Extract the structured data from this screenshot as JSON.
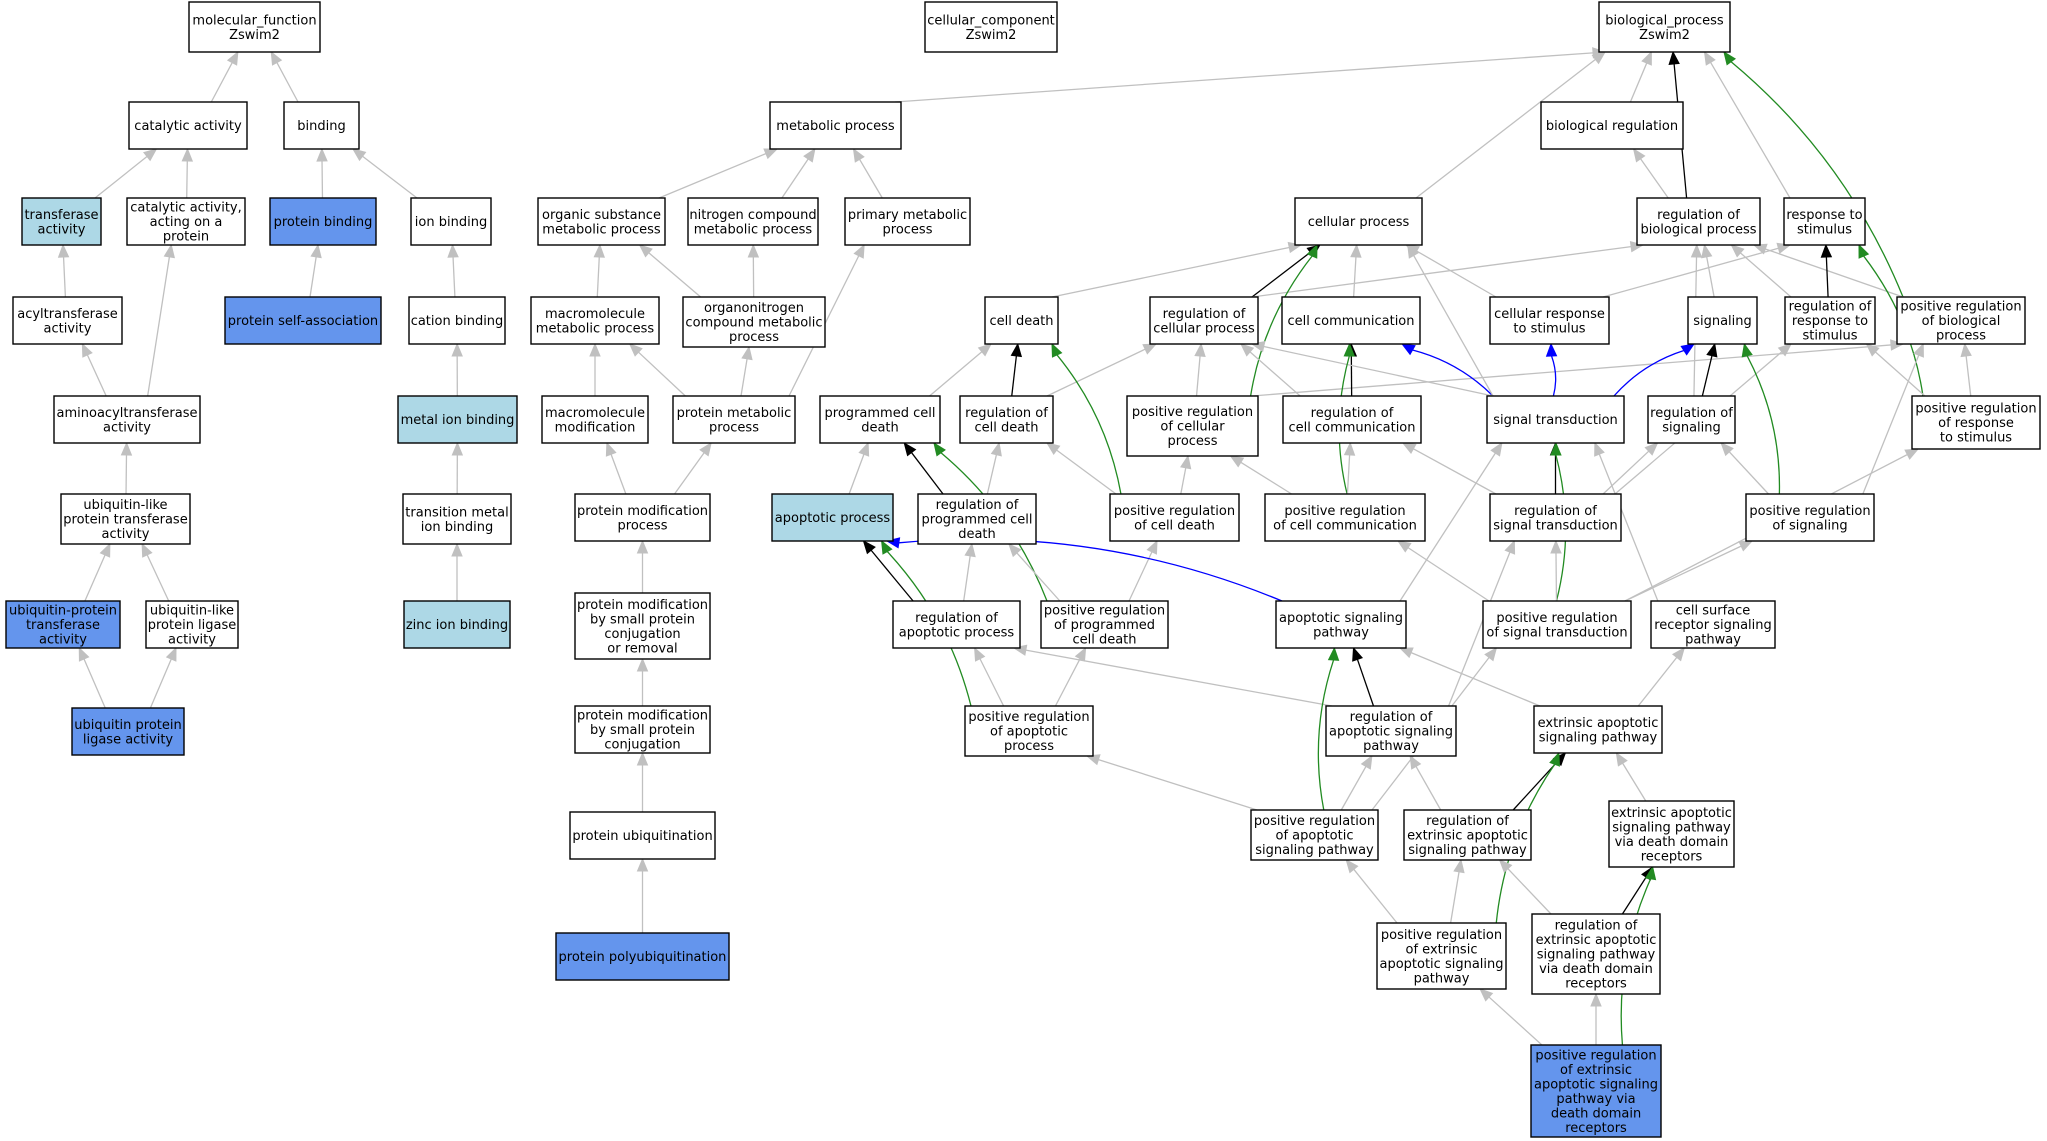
{
  "colors": {
    "default": "#ffffff",
    "light": "#add8e6",
    "dark": "#6495ed",
    "is_a": "#c0c0c0",
    "regulates": "#000000",
    "positively_regulates": "#228b22",
    "part_of": "#0000ff"
  },
  "nodes": [
    {
      "id": "mf",
      "lines": [
        "molecular_function",
        "Zswim2"
      ],
      "fill": "default"
    },
    {
      "id": "cc",
      "lines": [
        "cellular_component",
        "Zswim2"
      ],
      "fill": "default"
    },
    {
      "id": "bp",
      "lines": [
        "biological_process",
        "Zswim2"
      ],
      "fill": "default"
    },
    {
      "id": "catalytic",
      "lines": [
        "catalytic activity"
      ],
      "fill": "default"
    },
    {
      "id": "binding",
      "lines": [
        "binding"
      ],
      "fill": "default"
    },
    {
      "id": "transferase",
      "lines": [
        "transferase",
        "activity"
      ],
      "fill": "light"
    },
    {
      "id": "catprot",
      "lines": [
        "catalytic activity,",
        "acting on a",
        "protein"
      ],
      "fill": "default"
    },
    {
      "id": "protbinding",
      "lines": [
        "protein binding"
      ],
      "fill": "dark"
    },
    {
      "id": "ionbinding",
      "lines": [
        "ion binding"
      ],
      "fill": "default"
    },
    {
      "id": "protselfassoc",
      "lines": [
        "protein self-association"
      ],
      "fill": "dark"
    },
    {
      "id": "acyltrans",
      "lines": [
        "acyltransferase",
        "activity"
      ],
      "fill": "default"
    },
    {
      "id": "cationbinding",
      "lines": [
        "cation binding"
      ],
      "fill": "default"
    },
    {
      "id": "aminoacyl",
      "lines": [
        "aminoacyltransferase",
        "activity"
      ],
      "fill": "default"
    },
    {
      "id": "metalion",
      "lines": [
        "metal ion binding"
      ],
      "fill": "light"
    },
    {
      "id": "ubllike",
      "lines": [
        "ubiquitin-like",
        "protein transferase",
        "activity"
      ],
      "fill": "default"
    },
    {
      "id": "transmetal",
      "lines": [
        "transition metal",
        "ion binding"
      ],
      "fill": "default"
    },
    {
      "id": "ubtrans",
      "lines": [
        "ubiquitin-protein",
        "transferase",
        "activity"
      ],
      "fill": "dark"
    },
    {
      "id": "ubligaselike",
      "lines": [
        "ubiquitin-like",
        "protein ligase",
        "activity"
      ],
      "fill": "default"
    },
    {
      "id": "zinc",
      "lines": [
        "zinc ion binding"
      ],
      "fill": "light"
    },
    {
      "id": "ubligase",
      "lines": [
        "ubiquitin protein",
        "ligase activity"
      ],
      "fill": "dark"
    },
    {
      "id": "metabolic",
      "lines": [
        "metabolic process"
      ],
      "fill": "default"
    },
    {
      "id": "orgsub",
      "lines": [
        "organic substance",
        "metabolic process"
      ],
      "fill": "default"
    },
    {
      "id": "nitrogen",
      "lines": [
        "nitrogen compound",
        "metabolic process"
      ],
      "fill": "default"
    },
    {
      "id": "primary",
      "lines": [
        "primary metabolic",
        "process"
      ],
      "fill": "default"
    },
    {
      "id": "macromol",
      "lines": [
        "macromolecule",
        "metabolic process"
      ],
      "fill": "default"
    },
    {
      "id": "organonit",
      "lines": [
        "organonitrogen",
        "compound metabolic",
        "process"
      ],
      "fill": "default"
    },
    {
      "id": "macromod",
      "lines": [
        "macromolecule",
        "modification"
      ],
      "fill": "default"
    },
    {
      "id": "protmet",
      "lines": [
        "protein metabolic",
        "process"
      ],
      "fill": "default"
    },
    {
      "id": "protmod",
      "lines": [
        "protein modification",
        "process"
      ],
      "fill": "default"
    },
    {
      "id": "protmodsmall",
      "lines": [
        "protein modification",
        "by small protein",
        "conjugation",
        "or removal"
      ],
      "fill": "default"
    },
    {
      "id": "protmodconj",
      "lines": [
        "protein modification",
        "by small protein",
        "conjugation"
      ],
      "fill": "default"
    },
    {
      "id": "protubiq",
      "lines": [
        "protein ubiquitination"
      ],
      "fill": "default"
    },
    {
      "id": "protpolyubiq",
      "lines": [
        "protein polyubiquitination"
      ],
      "fill": "dark"
    },
    {
      "id": "bioreg",
      "lines": [
        "biological regulation"
      ],
      "fill": "default"
    },
    {
      "id": "cellproc",
      "lines": [
        "cellular process"
      ],
      "fill": "default"
    },
    {
      "id": "regbio",
      "lines": [
        "regulation of",
        "biological process"
      ],
      "fill": "default"
    },
    {
      "id": "response",
      "lines": [
        "response to",
        "stimulus"
      ],
      "fill": "default"
    },
    {
      "id": "celldeath",
      "lines": [
        "cell death"
      ],
      "fill": "default"
    },
    {
      "id": "regcell",
      "lines": [
        "regulation of",
        "cellular process"
      ],
      "fill": "default"
    },
    {
      "id": "cellcomm",
      "lines": [
        "cell communication"
      ],
      "fill": "default"
    },
    {
      "id": "cellresp",
      "lines": [
        "cellular response",
        "to stimulus"
      ],
      "fill": "default"
    },
    {
      "id": "signaling",
      "lines": [
        "signaling"
      ],
      "fill": "default"
    },
    {
      "id": "regresp",
      "lines": [
        "regulation of",
        "response to",
        "stimulus"
      ],
      "fill": "default"
    },
    {
      "id": "posregbio",
      "lines": [
        "positive regulation",
        "of biological",
        "process"
      ],
      "fill": "default"
    },
    {
      "id": "pcd",
      "lines": [
        "programmed cell",
        "death"
      ],
      "fill": "default"
    },
    {
      "id": "regcelldeath",
      "lines": [
        "regulation of",
        "cell death"
      ],
      "fill": "default"
    },
    {
      "id": "posregcell",
      "lines": [
        "positive regulation",
        "of cellular",
        "process"
      ],
      "fill": "default"
    },
    {
      "id": "regcellcomm",
      "lines": [
        "regulation of",
        "cell communication"
      ],
      "fill": "default"
    },
    {
      "id": "sigtrans",
      "lines": [
        "signal transduction"
      ],
      "fill": "default"
    },
    {
      "id": "regsig",
      "lines": [
        "regulation of",
        "signaling"
      ],
      "fill": "default"
    },
    {
      "id": "posregresp",
      "lines": [
        "positive regulation",
        "of response",
        "to stimulus"
      ],
      "fill": "default"
    },
    {
      "id": "apoptotic",
      "lines": [
        "apoptotic process"
      ],
      "fill": "light"
    },
    {
      "id": "regpcd",
      "lines": [
        "regulation of",
        "programmed cell",
        "death"
      ],
      "fill": "default"
    },
    {
      "id": "posregcelldeath",
      "lines": [
        "positive regulation",
        "of cell death"
      ],
      "fill": "default"
    },
    {
      "id": "posregcellcomm",
      "lines": [
        "positive regulation",
        "of cell communication"
      ],
      "fill": "default"
    },
    {
      "id": "regsigtrans",
      "lines": [
        "regulation of",
        "signal transduction"
      ],
      "fill": "default"
    },
    {
      "id": "posregsig",
      "lines": [
        "positive regulation",
        "of signaling"
      ],
      "fill": "default"
    },
    {
      "id": "regapop",
      "lines": [
        "regulation of",
        "apoptotic process"
      ],
      "fill": "default"
    },
    {
      "id": "posregpcd",
      "lines": [
        "positive regulation",
        "of programmed",
        "cell death"
      ],
      "fill": "default"
    },
    {
      "id": "apopsig",
      "lines": [
        "apoptotic signaling",
        "pathway"
      ],
      "fill": "default"
    },
    {
      "id": "posregsigtrans",
      "lines": [
        "positive regulation",
        "of signal transduction"
      ],
      "fill": "default"
    },
    {
      "id": "cellsurf",
      "lines": [
        "cell surface",
        "receptor signaling",
        "pathway"
      ],
      "fill": "default"
    },
    {
      "id": "posregapop",
      "lines": [
        "positive regulation",
        "of apoptotic",
        "process"
      ],
      "fill": "default"
    },
    {
      "id": "regapopsig",
      "lines": [
        "regulation of",
        "apoptotic signaling",
        "pathway"
      ],
      "fill": "default"
    },
    {
      "id": "extapop",
      "lines": [
        "extrinsic apoptotic",
        "signaling pathway"
      ],
      "fill": "default"
    },
    {
      "id": "posregapopsig",
      "lines": [
        "positive regulation",
        "of apoptotic",
        "signaling pathway"
      ],
      "fill": "default"
    },
    {
      "id": "regextapop",
      "lines": [
        "regulation of",
        "extrinsic apoptotic",
        "signaling pathway"
      ],
      "fill": "default"
    },
    {
      "id": "extapopdd",
      "lines": [
        "extrinsic apoptotic",
        "signaling pathway",
        "via death domain",
        "receptors"
      ],
      "fill": "default"
    },
    {
      "id": "posregextapop",
      "lines": [
        "positive regulation",
        "of extrinsic",
        "apoptotic signaling",
        "pathway"
      ],
      "fill": "default"
    },
    {
      "id": "regextapopdd",
      "lines": [
        "regulation of",
        "extrinsic apoptotic",
        "signaling pathway",
        "via death domain",
        "receptors"
      ],
      "fill": "default"
    },
    {
      "id": "posregextapopdd",
      "lines": [
        "positive regulation",
        "of extrinsic",
        "apoptotic signaling",
        "pathway via",
        "death domain",
        "receptors"
      ],
      "fill": "dark"
    }
  ],
  "edges": [
    [
      "catalytic",
      "mf",
      "is_a"
    ],
    [
      "binding",
      "mf",
      "is_a"
    ],
    [
      "transferase",
      "catalytic",
      "is_a"
    ],
    [
      "catprot",
      "catalytic",
      "is_a"
    ],
    [
      "protbinding",
      "binding",
      "is_a"
    ],
    [
      "ionbinding",
      "binding",
      "is_a"
    ],
    [
      "protselfassoc",
      "protbinding",
      "is_a"
    ],
    [
      "acyltrans",
      "transferase",
      "is_a"
    ],
    [
      "cationbinding",
      "ionbinding",
      "is_a"
    ],
    [
      "aminoacyl",
      "acyltrans",
      "is_a"
    ],
    [
      "aminoacyl",
      "catprot",
      "is_a"
    ],
    [
      "metalion",
      "cationbinding",
      "is_a"
    ],
    [
      "ubllike",
      "aminoacyl",
      "is_a"
    ],
    [
      "transmetal",
      "metalion",
      "is_a"
    ],
    [
      "ubtrans",
      "ubllike",
      "is_a"
    ],
    [
      "ubligaselike",
      "ubllike",
      "is_a"
    ],
    [
      "zinc",
      "transmetal",
      "is_a"
    ],
    [
      "ubligase",
      "ubtrans",
      "is_a"
    ],
    [
      "ubligase",
      "ubligaselike",
      "is_a"
    ],
    [
      "metabolic",
      "bp",
      "is_a"
    ],
    [
      "orgsub",
      "metabolic",
      "is_a"
    ],
    [
      "nitrogen",
      "metabolic",
      "is_a"
    ],
    [
      "primary",
      "metabolic",
      "is_a"
    ],
    [
      "macromol",
      "orgsub",
      "is_a"
    ],
    [
      "organonit",
      "orgsub",
      "is_a"
    ],
    [
      "organonit",
      "nitrogen",
      "is_a"
    ],
    [
      "macromod",
      "macromol",
      "is_a"
    ],
    [
      "protmet",
      "macromol",
      "is_a"
    ],
    [
      "protmet",
      "organonit",
      "is_a"
    ],
    [
      "protmet",
      "primary",
      "is_a"
    ],
    [
      "protmod",
      "macromod",
      "is_a"
    ],
    [
      "protmod",
      "protmet",
      "is_a"
    ],
    [
      "protmodsmall",
      "protmod",
      "is_a"
    ],
    [
      "protmodconj",
      "protmodsmall",
      "is_a"
    ],
    [
      "protubiq",
      "protmodconj",
      "is_a"
    ],
    [
      "protpolyubiq",
      "protubiq",
      "is_a"
    ],
    [
      "bioreg",
      "bp",
      "is_a"
    ],
    [
      "cellproc",
      "bp",
      "is_a"
    ],
    [
      "regbio",
      "bp",
      "regulates"
    ],
    [
      "regbio",
      "bioreg",
      "is_a"
    ],
    [
      "response",
      "bp",
      "is_a"
    ],
    [
      "posregbio",
      "bp",
      "positively_regulates"
    ],
    [
      "posregbio",
      "regbio",
      "is_a"
    ],
    [
      "celldeath",
      "cellproc",
      "is_a"
    ],
    [
      "regcell",
      "cellproc",
      "regulates"
    ],
    [
      "regcell",
      "regbio",
      "is_a"
    ],
    [
      "cellcomm",
      "cellproc",
      "is_a"
    ],
    [
      "cellresp",
      "cellproc",
      "is_a"
    ],
    [
      "cellresp",
      "response",
      "is_a"
    ],
    [
      "signaling",
      "regbio",
      "is_a"
    ],
    [
      "regresp",
      "response",
      "regulates"
    ],
    [
      "regresp",
      "regbio",
      "is_a"
    ],
    [
      "posregresp",
      "response",
      "positively_regulates"
    ],
    [
      "posregresp",
      "posregbio",
      "is_a"
    ],
    [
      "posregresp",
      "regresp",
      "is_a"
    ],
    [
      "pcd",
      "celldeath",
      "is_a"
    ],
    [
      "regcelldeath",
      "celldeath",
      "regulates"
    ],
    [
      "regcelldeath",
      "regcell",
      "is_a"
    ],
    [
      "posregcell",
      "cellproc",
      "positively_regulates"
    ],
    [
      "posregcell",
      "regcell",
      "is_a"
    ],
    [
      "posregcell",
      "posregbio",
      "is_a"
    ],
    [
      "regcellcomm",
      "cellcomm",
      "regulates"
    ],
    [
      "regcellcomm",
      "regcell",
      "is_a"
    ],
    [
      "sigtrans",
      "cellcomm",
      "part_of"
    ],
    [
      "sigtrans",
      "cellresp",
      "part_of"
    ],
    [
      "sigtrans",
      "signaling",
      "part_of"
    ],
    [
      "sigtrans",
      "cellproc",
      "is_a"
    ],
    [
      "sigtrans",
      "regcell",
      "is_a"
    ],
    [
      "regsig",
      "signaling",
      "regulates"
    ],
    [
      "regsig",
      "regbio",
      "is_a"
    ],
    [
      "apoptotic",
      "pcd",
      "is_a"
    ],
    [
      "regpcd",
      "pcd",
      "regulates"
    ],
    [
      "regpcd",
      "regcelldeath",
      "is_a"
    ],
    [
      "posregcelldeath",
      "celldeath",
      "positively_regulates"
    ],
    [
      "posregcelldeath",
      "regcelldeath",
      "is_a"
    ],
    [
      "posregcelldeath",
      "posregcell",
      "is_a"
    ],
    [
      "posregcellcomm",
      "cellcomm",
      "positively_regulates"
    ],
    [
      "posregcellcomm",
      "posregcell",
      "is_a"
    ],
    [
      "posregcellcomm",
      "regcellcomm",
      "is_a"
    ],
    [
      "regsigtrans",
      "sigtrans",
      "regulates"
    ],
    [
      "regsigtrans",
      "regcellcomm",
      "is_a"
    ],
    [
      "regsigtrans",
      "regsig",
      "is_a"
    ],
    [
      "regsigtrans",
      "regresp",
      "is_a"
    ],
    [
      "posregsig",
      "signaling",
      "positively_regulates"
    ],
    [
      "posregsig",
      "regsig",
      "is_a"
    ],
    [
      "posregsig",
      "posregbio",
      "is_a"
    ],
    [
      "regapop",
      "apoptotic",
      "regulates"
    ],
    [
      "regapop",
      "regpcd",
      "is_a"
    ],
    [
      "posregpcd",
      "pcd",
      "positively_regulates"
    ],
    [
      "posregpcd",
      "regpcd",
      "is_a"
    ],
    [
      "posregpcd",
      "posregcelldeath",
      "is_a"
    ],
    [
      "apopsig",
      "apoptotic",
      "part_of"
    ],
    [
      "apopsig",
      "sigtrans",
      "is_a"
    ],
    [
      "posregsigtrans",
      "sigtrans",
      "positively_regulates"
    ],
    [
      "posregsigtrans",
      "regsigtrans",
      "is_a"
    ],
    [
      "posregsigtrans",
      "posregcellcomm",
      "is_a"
    ],
    [
      "posregsigtrans",
      "posregsig",
      "is_a"
    ],
    [
      "posregsigtrans",
      "posregresp",
      "is_a"
    ],
    [
      "cellsurf",
      "sigtrans",
      "is_a"
    ],
    [
      "posregapop",
      "apoptotic",
      "positively_regulates"
    ],
    [
      "posregapop",
      "regapop",
      "is_a"
    ],
    [
      "posregapop",
      "posregpcd",
      "is_a"
    ],
    [
      "regapopsig",
      "apopsig",
      "regulates"
    ],
    [
      "regapopsig",
      "regapop",
      "is_a"
    ],
    [
      "regapopsig",
      "regsigtrans",
      "is_a"
    ],
    [
      "extapop",
      "apopsig",
      "is_a"
    ],
    [
      "extapop",
      "cellsurf",
      "is_a"
    ],
    [
      "posregapopsig",
      "apopsig",
      "positively_regulates"
    ],
    [
      "posregapopsig",
      "regapopsig",
      "is_a"
    ],
    [
      "posregapopsig",
      "posregapop",
      "is_a"
    ],
    [
      "posregapopsig",
      "posregsigtrans",
      "is_a"
    ],
    [
      "regextapop",
      "extapop",
      "regulates"
    ],
    [
      "regextapop",
      "regapopsig",
      "is_a"
    ],
    [
      "extapopdd",
      "extapop",
      "is_a"
    ],
    [
      "posregextapop",
      "extapop",
      "positively_regulates"
    ],
    [
      "posregextapop",
      "regextapop",
      "is_a"
    ],
    [
      "posregextapop",
      "posregapopsig",
      "is_a"
    ],
    [
      "regextapopdd",
      "extapopdd",
      "regulates"
    ],
    [
      "regextapopdd",
      "regextapop",
      "is_a"
    ],
    [
      "posregextapopdd",
      "extapopdd",
      "positively_regulates"
    ],
    [
      "posregextapopdd",
      "regextapopdd",
      "is_a"
    ],
    [
      "posregextapopdd",
      "posregextapop",
      "is_a"
    ]
  ]
}
